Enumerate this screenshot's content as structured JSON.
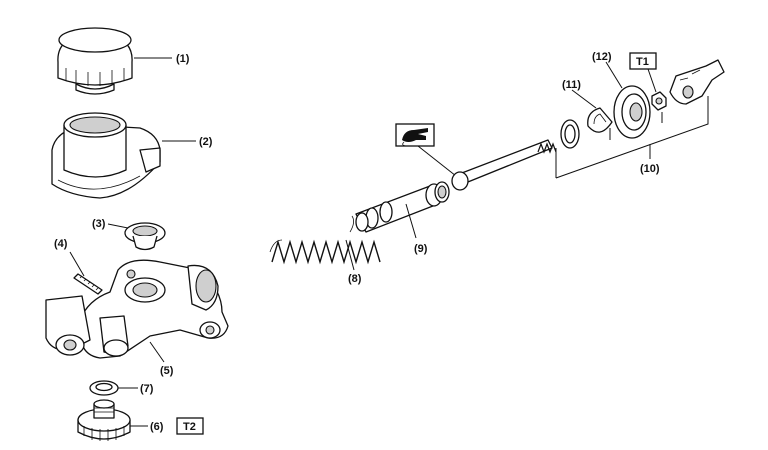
{
  "callouts": {
    "c1": "(1)",
    "c2": "(2)",
    "c3": "(3)",
    "c4": "(4)",
    "c5": "(5)",
    "c6": "(6)",
    "c7": "(7)",
    "c8": "(8)",
    "c9": "(9)",
    "c10": "(10)",
    "c11": "(11)",
    "c12": "(12)"
  },
  "torque_marks": {
    "t1": "T1",
    "t2": "T2"
  },
  "icons": {
    "grease": "grease-hand-icon"
  }
}
